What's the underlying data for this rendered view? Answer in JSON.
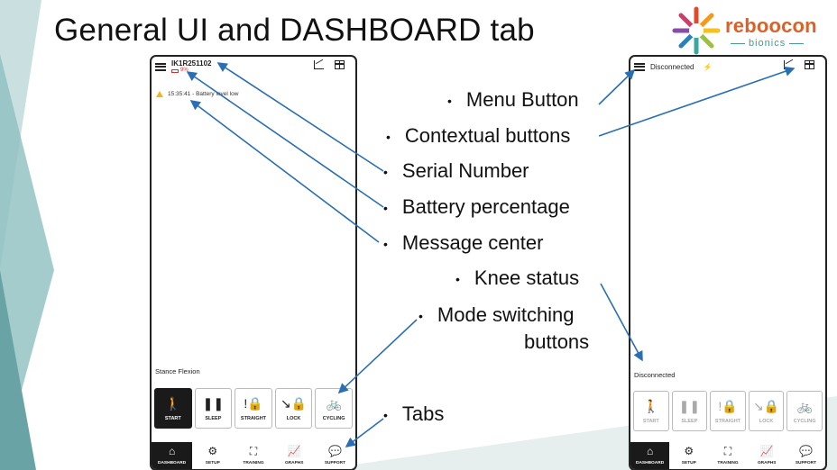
{
  "slide": {
    "title": "General UI and DASHBOARD tab",
    "logo_brand": "reboocon",
    "logo_sub": "bionics"
  },
  "left_phone": {
    "serial": "IK1R251102",
    "battery": "9%",
    "message": "15:35:41 - Battery level low",
    "knee_status": "Stance Flexion",
    "modes": [
      {
        "label": "START",
        "icon": "walking-person-icon",
        "glyph": "🚶"
      },
      {
        "label": "SLEEP",
        "icon": "pause-icon",
        "glyph": "❚❚"
      },
      {
        "label": "STRAIGHT",
        "icon": "straight-lock-icon",
        "glyph": "!🔒"
      },
      {
        "label": "LOCK",
        "icon": "knee-lock-icon",
        "glyph": "↘🔒"
      },
      {
        "label": "CYCLING",
        "icon": "bicycle-icon",
        "glyph": "🚲"
      }
    ],
    "tabs": [
      {
        "label": "DASHBOARD",
        "icon": "home-icon",
        "glyph": "⌂"
      },
      {
        "label": "SETUP",
        "icon": "gear-icon",
        "glyph": "⚙"
      },
      {
        "label": "TRAINING",
        "icon": "training-icon",
        "glyph": "⛶"
      },
      {
        "label": "GRAPHS",
        "icon": "graph-icon",
        "glyph": "📈"
      },
      {
        "label": "SUPPORT",
        "icon": "chat-icon",
        "glyph": "💬"
      }
    ]
  },
  "right_phone": {
    "connection": "Disconnected",
    "knee_status": "Disconnected",
    "modes": [
      {
        "label": "START",
        "icon": "walking-person-icon",
        "glyph": "🚶"
      },
      {
        "label": "SLEEP",
        "icon": "pause-icon",
        "glyph": "❚❚"
      },
      {
        "label": "STRAIGHT",
        "icon": "straight-lock-icon",
        "glyph": "!🔒"
      },
      {
        "label": "LOCK",
        "icon": "knee-lock-icon",
        "glyph": "↘🔒"
      },
      {
        "label": "CYCLING",
        "icon": "bicycle-icon",
        "glyph": "🚲"
      }
    ],
    "tabs": [
      {
        "label": "DASHBOARD",
        "icon": "home-icon",
        "glyph": "⌂"
      },
      {
        "label": "SETUP",
        "icon": "gear-icon",
        "glyph": "⚙"
      },
      {
        "label": "TRAINING",
        "icon": "training-icon",
        "glyph": "⛶"
      },
      {
        "label": "GRAPHS",
        "icon": "graph-icon",
        "glyph": "📈"
      },
      {
        "label": "SUPPORT",
        "icon": "chat-icon",
        "glyph": "💬"
      }
    ]
  },
  "callouts": [
    "Menu Button",
    "Contextual buttons",
    "Serial Number",
    "Battery percentage",
    "Message center",
    "Knee status",
    "Mode switching",
    "buttons",
    "Tabs"
  ],
  "colors": {
    "arrow": "#2a6fb4",
    "accent_teal": "#4a9a8e",
    "brand_orange": "#d9622b",
    "warning": "#f2b51c",
    "battery_low": "#cc3333"
  }
}
